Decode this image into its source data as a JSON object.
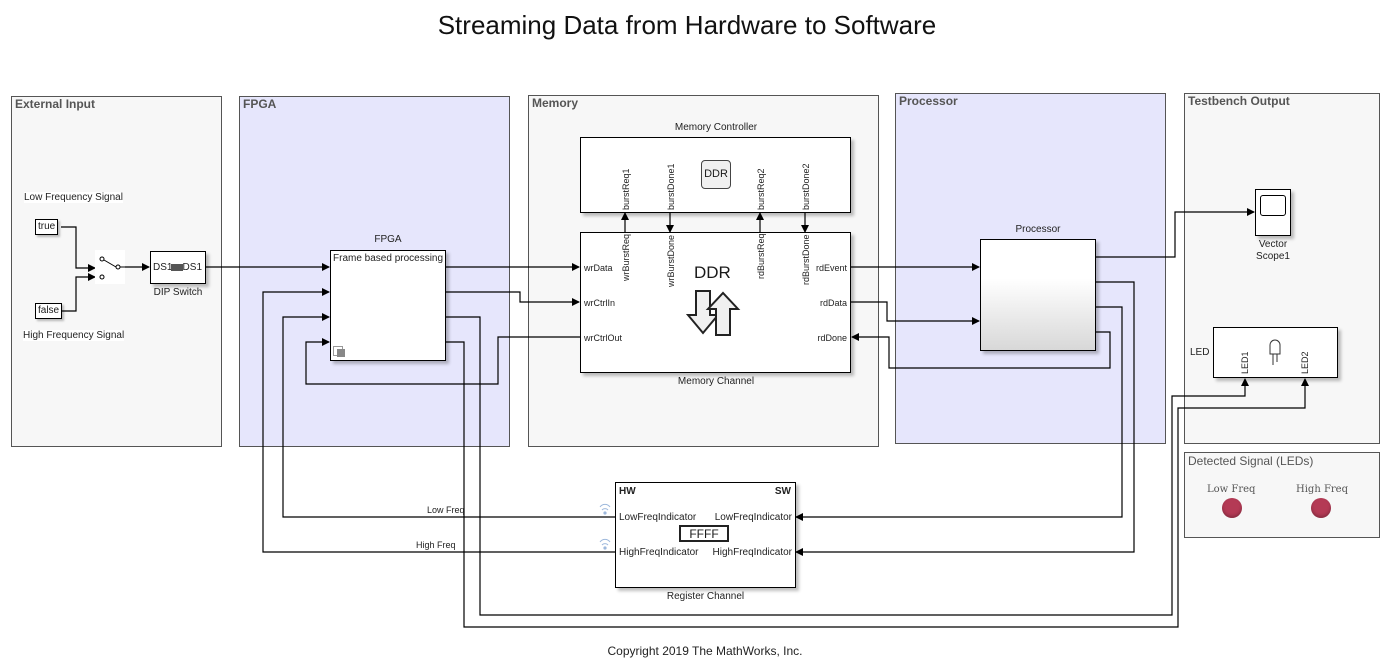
{
  "title": "Streaming Data from Hardware to Software",
  "copyright": "Copyright 2019 The MathWorks, Inc.",
  "colors": {
    "area_gray": "#f7f7f7",
    "area_blue": "#e6e6fc",
    "led_red": "#b43a55"
  },
  "areas": {
    "external_input": "External Input",
    "fpga": "FPGA",
    "memory": "Memory",
    "processor": "Processor",
    "testbench_output": "Testbench Output",
    "detected_signal": "Detected Signal (LEDs)"
  },
  "external_input": {
    "low_freq_label": "Low Frequency Signal",
    "high_freq_label": "High Frequency Signal",
    "true_const": "true",
    "false_const": "false",
    "dip_switch": {
      "left": "DS1",
      "right": "DS1",
      "label": "DIP Switch"
    }
  },
  "fpga_block": {
    "title": "FPGA",
    "content": "Frame based processing"
  },
  "memory_controller": {
    "title": "Memory Controller",
    "chip_label": "DDR",
    "ports": [
      "burstReq1",
      "burstDone1",
      "burstReq2",
      "burstDone2"
    ]
  },
  "memory_channel": {
    "title": "Memory Channel",
    "icon_label": "DDR",
    "left_ports": [
      "wrData",
      "wrCtrlIn",
      "wrCtrlOut"
    ],
    "right_ports": [
      "rdEvent",
      "rdData",
      "rdDone"
    ],
    "top_ports": [
      "wrBurstReq",
      "wrBurstDone",
      "rdBurstReq",
      "rdBurstDone"
    ]
  },
  "processor_block": {
    "title": "Processor"
  },
  "testbench": {
    "scope_label_1": "Vector",
    "scope_label_2": "Scope1",
    "led_block_name": "LED",
    "led_ports": [
      "LED1",
      "LED2"
    ]
  },
  "register_channel": {
    "title": "Register Channel",
    "hw": "HW",
    "sw": "SW",
    "value": "FFFF",
    "left_ports": [
      "LowFreqIndicator",
      "HighFreqIndicator"
    ],
    "right_ports": [
      "LowFreqIndicator",
      "HighFreqIndicator"
    ]
  },
  "signal_labels": {
    "low_freq": "Low Freq",
    "high_freq": "High Freq"
  },
  "detected_signal": {
    "low_label": "Low Freq",
    "high_label": "High Freq"
  }
}
